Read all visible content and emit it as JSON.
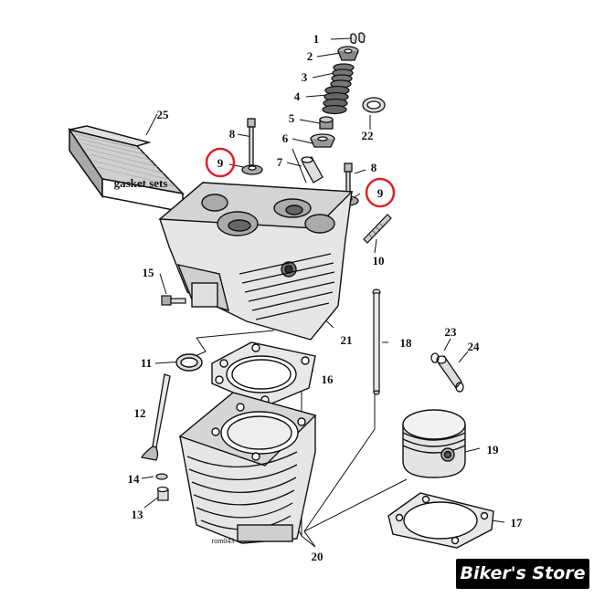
{
  "diagram": {
    "labels": {
      "l1": "1",
      "l2": "2",
      "l3": "3",
      "l4": "4",
      "l5": "5",
      "l6": "6",
      "l7": "7",
      "l8a": "8",
      "l8b": "8",
      "l9a": "9",
      "l9b": "9",
      "l10": "10",
      "l11": "11",
      "l12": "12",
      "l13": "13",
      "l14": "14",
      "l15": "15",
      "l16": "16",
      "l17": "17",
      "l18": "18",
      "l19": "19",
      "l20": "20",
      "l21": "21",
      "l22": "22",
      "l23": "23",
      "l24": "24",
      "l25": "25"
    },
    "gasket_box_text": "gasket sets",
    "ref_code": "rom043",
    "highlight_color": "#d9232a"
  },
  "watermark": {
    "text": "Biker's Store"
  }
}
